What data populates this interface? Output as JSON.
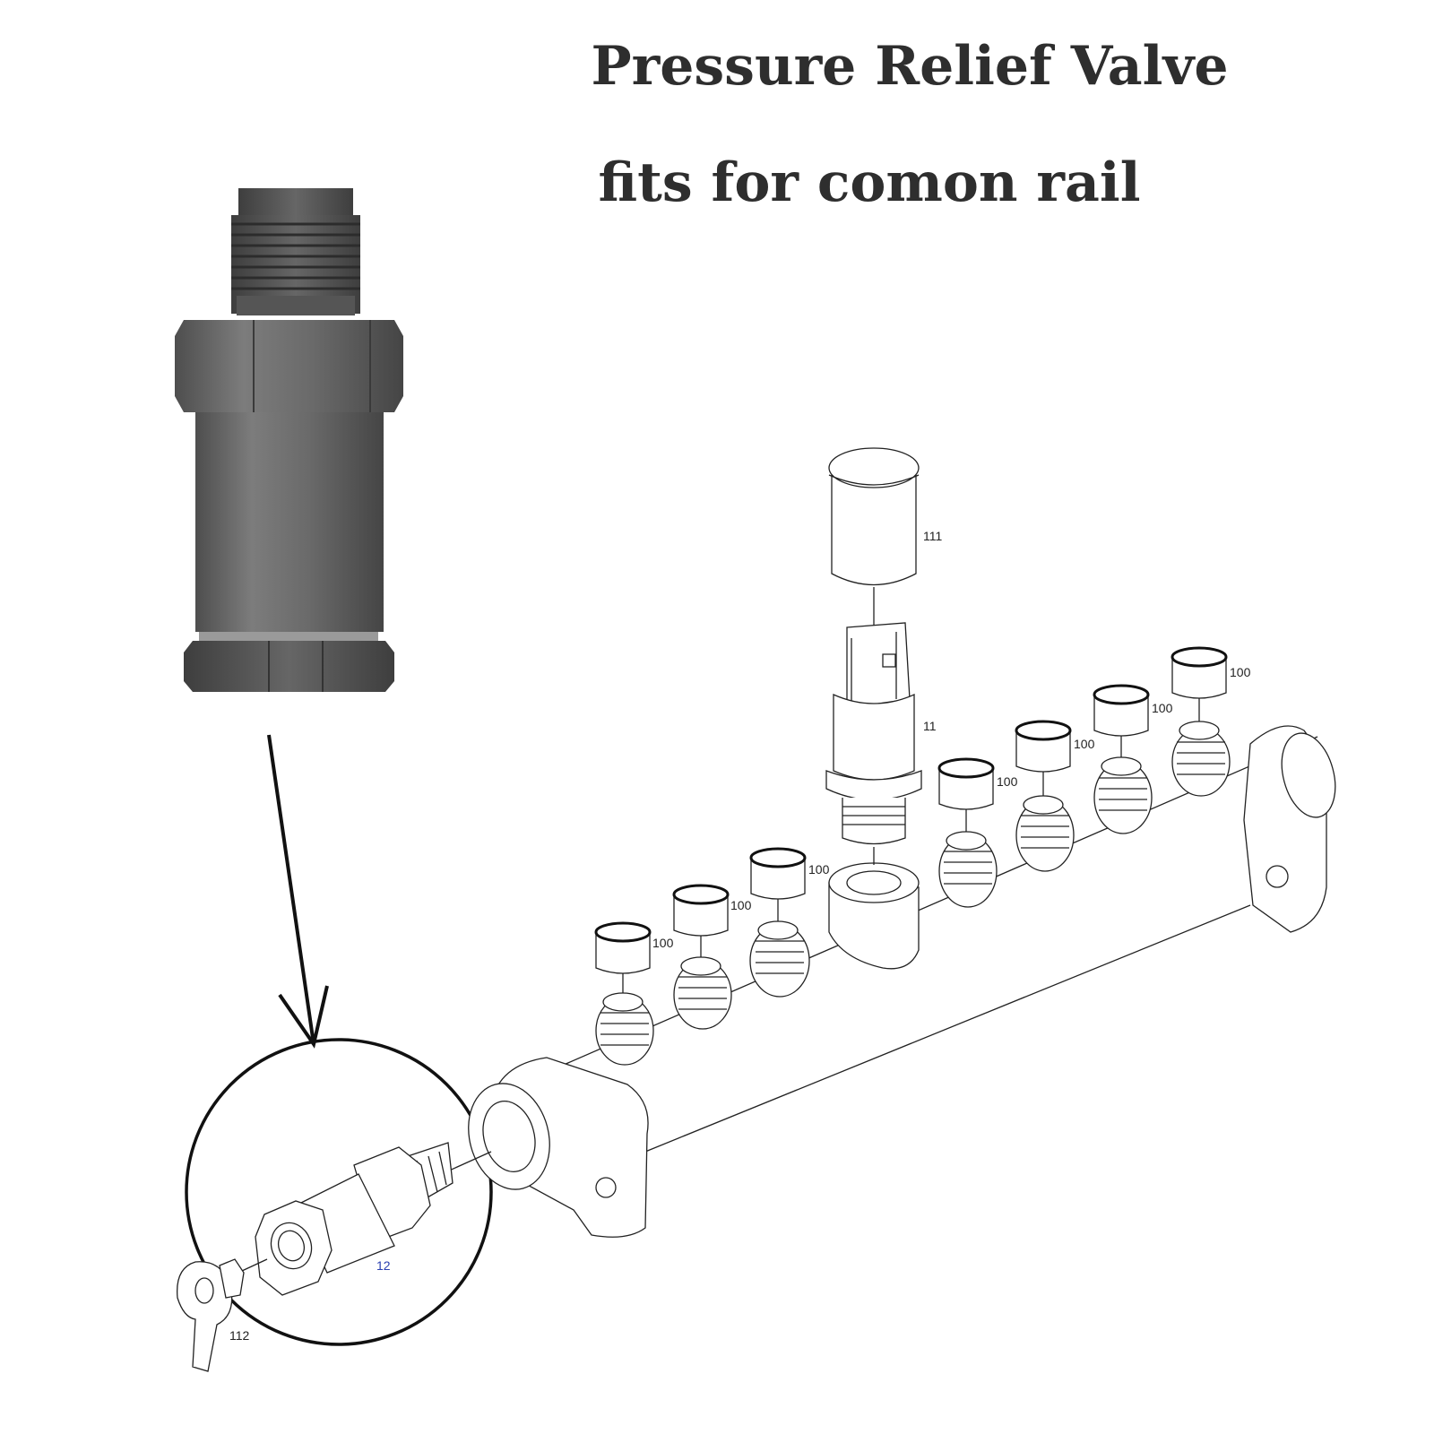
{
  "title_line1": "Pressure Relief Valve",
  "title_line2": "fits for comon rail",
  "part_labels": {
    "cap_top": "111",
    "sensor": "11",
    "plug": "100",
    "relief_valve": "12",
    "tag": "112"
  },
  "colors": {
    "title": "#2e2e2e",
    "metal": "#6b6b6b",
    "label_blue": "#2a3fb0"
  },
  "icons": [
    "relief-valve-photo",
    "arrow-down",
    "highlight-circle",
    "common-rail-diagram"
  ]
}
